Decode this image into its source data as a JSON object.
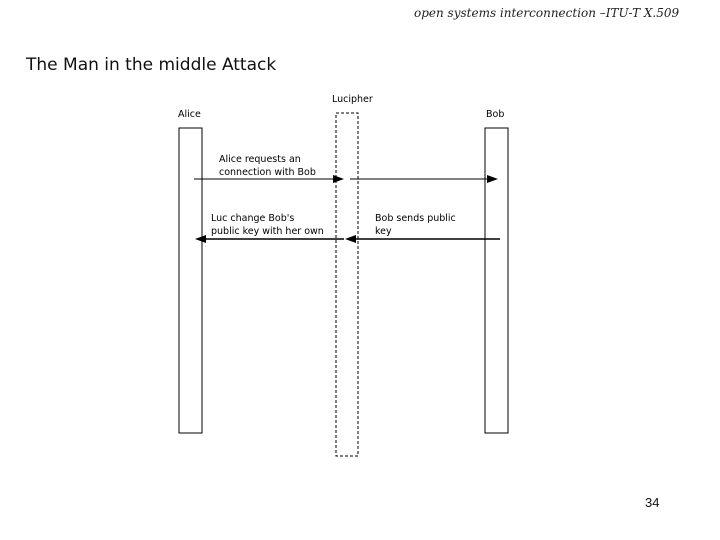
{
  "header": {
    "text": "open systems interconnection –ITU-T X.509"
  },
  "slide": {
    "title": "The Man in the middle Attack",
    "page_number": "34"
  },
  "diagram": {
    "actors": {
      "alice": "Alice",
      "lucipher": "Lucipher",
      "bob": "Bob"
    },
    "messages": {
      "m1": {
        "line1": "Alice requests an",
        "line2": "connection with Bob"
      },
      "m2": {
        "line1": "Bob sends public",
        "line2": "key"
      },
      "m3": {
        "line1": "Luc change Bob's",
        "line2": "public key with her own"
      }
    }
  }
}
